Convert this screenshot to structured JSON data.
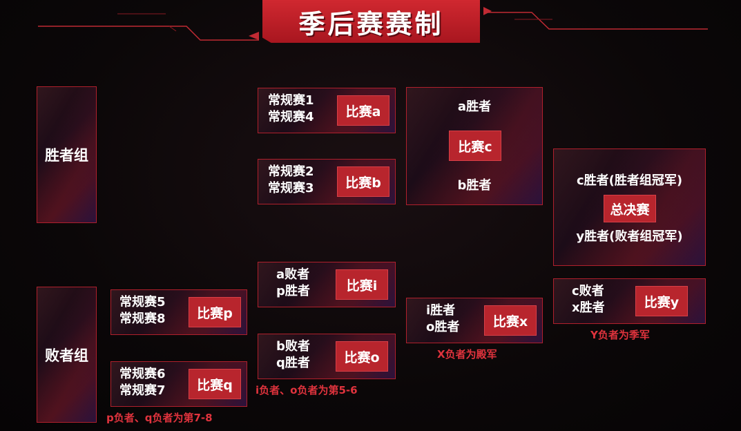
{
  "title": "季后赛赛制",
  "groups": {
    "winners": "胜者组",
    "losers": "败者组"
  },
  "matches": {
    "a": {
      "line1": "常规赛1",
      "line2": "常规赛4",
      "label": "比赛a"
    },
    "b": {
      "line1": "常规赛2",
      "line2": "常规赛3",
      "label": "比赛b"
    },
    "c": {
      "line1": "a胜者",
      "line2": "b胜者",
      "label": "比赛c"
    },
    "p": {
      "line1": "常规赛5",
      "line2": "常规赛8",
      "label": "比赛p"
    },
    "q": {
      "line1": "常规赛6",
      "line2": "常规赛7",
      "label": "比赛q"
    },
    "i": {
      "line1": "a败者",
      "line2": "p胜者",
      "label": "比赛i"
    },
    "o": {
      "line1": "b败者",
      "line2": "q胜者",
      "label": "比赛o"
    },
    "x": {
      "line1": "i胜者",
      "line2": "o胜者",
      "label": "比赛x"
    },
    "y": {
      "line1": "c败者",
      "line2": "x胜者",
      "label": "比赛y"
    },
    "final": {
      "line1": "c胜者(胜者组冠军)",
      "label": "总决赛",
      "line2": "y胜者(败者组冠军)"
    }
  },
  "notes": {
    "pq": "p负者、q负者为第7-8",
    "io": "i负者、o负者为第5-6",
    "x": "X负者为殿军",
    "y": "Y负者为季军"
  },
  "colors": {
    "accent": "#b8252d",
    "note": "#e0333d",
    "border": "#b0202c"
  }
}
